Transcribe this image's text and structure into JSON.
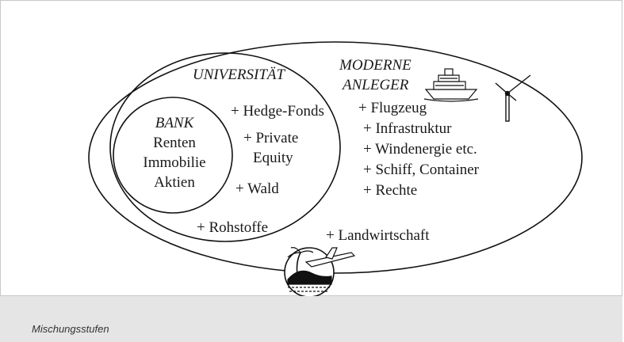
{
  "diagram": {
    "bank": {
      "title": "BANK",
      "items": [
        "Renten",
        "Immobilie",
        "Aktien"
      ]
    },
    "universitaet": {
      "title": "UNIVERSITÄT",
      "hedge_funds": "+ Hedge-Fonds",
      "private_1": "+ Private",
      "private_2": "Equity",
      "wald": "+ Wald",
      "rohstoffe": "+ Rohstoffe"
    },
    "moderne_anleger": {
      "title_1": "MODERNE",
      "title_2": "ANLEGER",
      "items": [
        "+ Flugzeug",
        "+ Infrastruktur",
        "+ Windenergie etc.",
        "+ Schiff, Container",
        "+ Rechte"
      ],
      "landwirtschaft": "+ Landwirtschaft"
    },
    "icons": [
      "ship-icon",
      "wind-turbine-icon",
      "island-airplane-icon"
    ]
  },
  "caption": "Mischungsstufen"
}
